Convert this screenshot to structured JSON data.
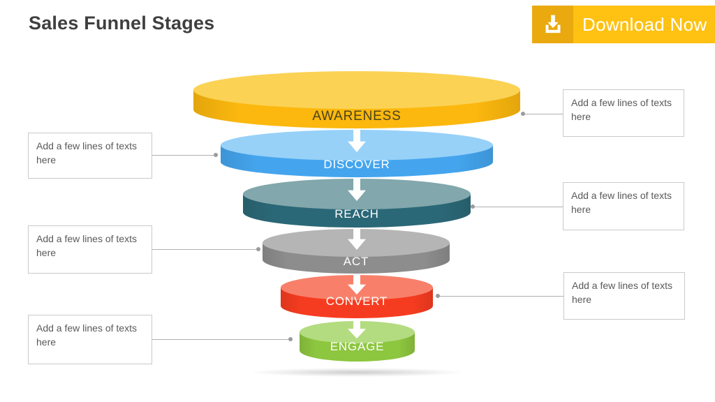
{
  "slide": {
    "title": "Sales Funnel Stages"
  },
  "download_button": {
    "label": "Download Now",
    "icon": "download-icon",
    "bg_color": "#FFC112",
    "icon_bg_color": "#E9A90F",
    "text_color": "#FFFFFF"
  },
  "funnel": {
    "type": "funnel-diagram",
    "flow_arrow_color": "#FFFFFF",
    "stages": [
      {
        "label": "AWARENESS",
        "body_color": "#FCB80E",
        "top_color": "#FBD254",
        "label_color": "#4A431C"
      },
      {
        "label": "DISCOVER",
        "body_color": "#44A5EE",
        "top_color": "#97D1F8",
        "label_color": "#FFFFFF"
      },
      {
        "label": "REACH",
        "body_color": "#2B6877",
        "top_color": "#82A7AC",
        "label_color": "#FFFFFF"
      },
      {
        "label": "ACT",
        "body_color": "#8D8D8D",
        "top_color": "#B5B5B5",
        "label_color": "#FFFFFF"
      },
      {
        "label": "CONVERT",
        "body_color": "#F63C20",
        "top_color": "#F8806A",
        "label_color": "#FFFFFF"
      },
      {
        "label": "ENGAGE",
        "body_color": "#8DC63F",
        "top_color": "#B3DC80",
        "label_color": "#FFFFFF"
      }
    ]
  },
  "annotations": {
    "left": [
      {
        "text": "Add a few lines of texts here"
      },
      {
        "text": "Add a few lines of texts here"
      },
      {
        "text": "Add a few lines of texts here"
      }
    ],
    "right": [
      {
        "text": "Add a few lines of texts here"
      },
      {
        "text": "Add a few lines of texts here"
      },
      {
        "text": "Add a few lines of texts here"
      }
    ]
  }
}
